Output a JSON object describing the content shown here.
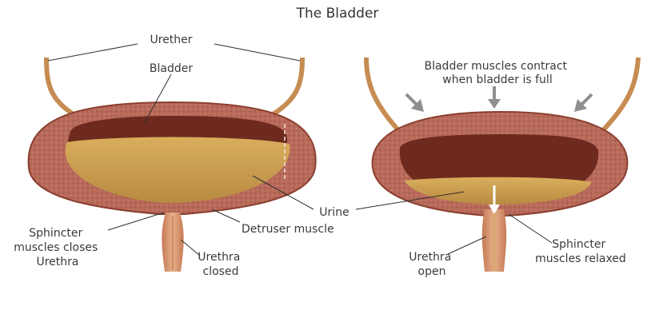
{
  "title": "The Bladder",
  "colors": {
    "muscle": "#b86a5a",
    "muscle_dark": "#7e3b2a",
    "cavity": "#6e2a1e",
    "urine": "#c99a4d",
    "urine_light": "#dbb46a",
    "ureter": "#c68c52",
    "arrow": "#8f8f8f"
  },
  "left_diagram": {
    "labels": {
      "ureter": "Urether",
      "bladder": "Bladder",
      "urine": "Urine",
      "detrusor": "Detruser muscle",
      "sphincter_line1": "Sphincter",
      "sphincter_line2": "muscles closes",
      "sphincter_line3": "Urethra",
      "urethra_line1": "Urethra",
      "urethra_line2": "closed"
    }
  },
  "right_diagram": {
    "labels": {
      "contract_line1": "Bladder muscles contract",
      "contract_line2": "when bladder is full",
      "urethra_line1": "Urethra",
      "urethra_line2": "open",
      "sphincter_line1": "Sphincter",
      "sphincter_line2": "muscles relaxed"
    }
  }
}
